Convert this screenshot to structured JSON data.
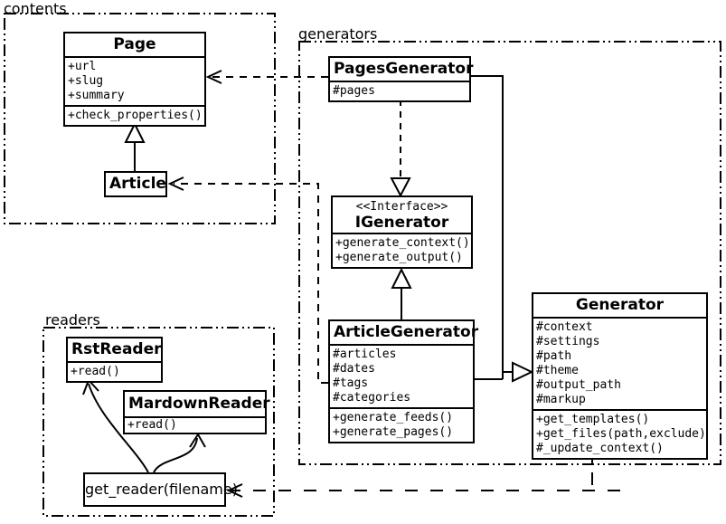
{
  "packages": {
    "contents": {
      "label": "contents"
    },
    "generators": {
      "label": "generators"
    },
    "readers": {
      "label": "readers"
    }
  },
  "classes": {
    "page": {
      "title": "Page",
      "attributes": [
        "+url",
        "+slug",
        "+summary"
      ],
      "methods": [
        "+check_properties()"
      ]
    },
    "article": {
      "title": "Article"
    },
    "pages_generator": {
      "title": "PagesGenerator",
      "attributes": [
        "#pages"
      ]
    },
    "igenerator": {
      "stereotype": "<<Interface>>",
      "title": "IGenerator",
      "methods": [
        "+generate_context()",
        "+generate_output()"
      ]
    },
    "article_generator": {
      "title": "ArticleGenerator",
      "attributes": [
        "#articles",
        "#dates",
        "#tags",
        "#categories"
      ],
      "methods": [
        "+generate_feeds()",
        "+generate_pages()"
      ]
    },
    "generator": {
      "title": "Generator",
      "attributes": [
        "#context",
        "#settings",
        "#path",
        "#theme",
        "#output_path",
        "#markup"
      ],
      "methods": [
        "+get_templates()",
        "+get_files(path,exclude)",
        "#_update_context()"
      ]
    },
    "rst_reader": {
      "title": "RstReader",
      "methods": [
        "+read()"
      ]
    },
    "mardown_reader": {
      "title": "MardownReader",
      "methods": [
        "+read()"
      ]
    },
    "get_reader": {
      "title": "get_reader(filename)"
    }
  },
  "relationships": [
    {
      "type": "generalization",
      "from": "Article",
      "to": "Page"
    },
    {
      "type": "dependency",
      "from": "PagesGenerator",
      "to": "Page"
    },
    {
      "type": "dependency",
      "from": "ArticleGenerator",
      "to": "Article"
    },
    {
      "type": "realization",
      "from": "PagesGenerator",
      "to": "IGenerator"
    },
    {
      "type": "generalization",
      "from": "ArticleGenerator",
      "to": "IGenerator"
    },
    {
      "type": "generalization",
      "from": "PagesGenerator",
      "to": "Generator"
    },
    {
      "type": "generalization",
      "from": "ArticleGenerator",
      "to": "Generator"
    },
    {
      "type": "dependency",
      "from": "Generator",
      "to": "get_reader(filename)"
    },
    {
      "type": "arrow",
      "from": "get_reader(filename)",
      "to": "RstReader"
    },
    {
      "type": "arrow",
      "from": "get_reader(filename)",
      "to": "MardownReader"
    }
  ],
  "colors": {
    "line": "#000000",
    "background": "#ffffff",
    "box_fill": "#ffffff"
  }
}
